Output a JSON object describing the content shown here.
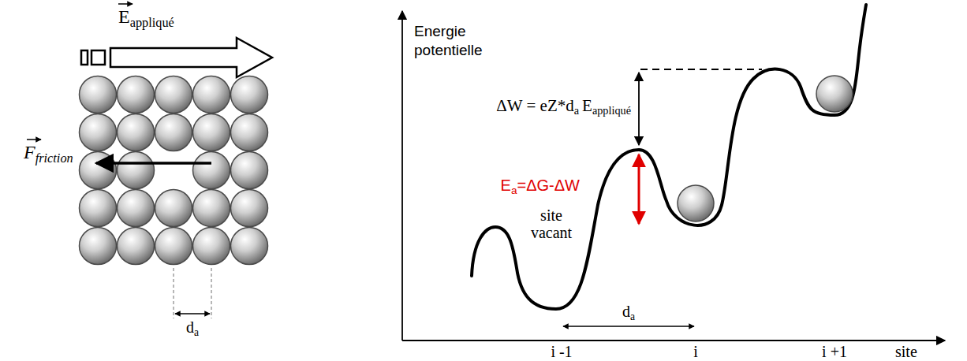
{
  "diagram": {
    "labels": [
      "E",
      "appliqué",
      "F",
      "friction",
      "d",
      "a",
      "Energie potentielle",
      "ΔW = eZ*",
      "d",
      "a",
      "E",
      "appliqué",
      "E",
      "a",
      "=ΔG-ΔW",
      "site vacant",
      "d",
      "a",
      "i -1",
      "i",
      "i +1",
      "site"
    ]
  }
}
